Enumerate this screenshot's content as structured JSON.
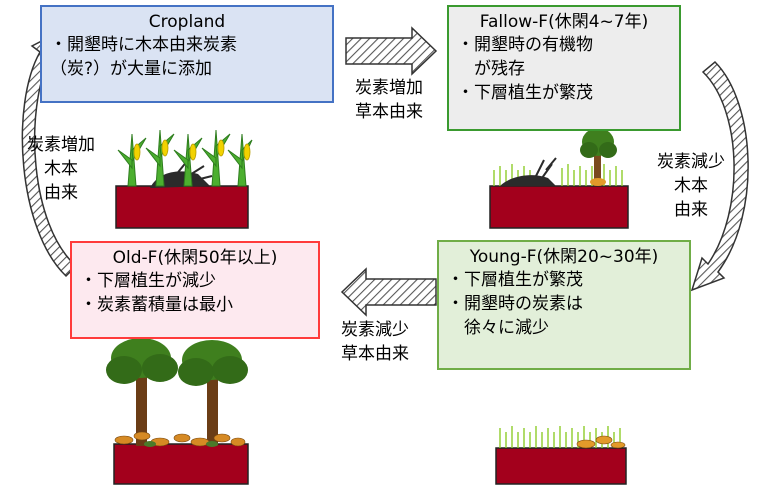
{
  "stages": {
    "cropland": {
      "title": "Cropland",
      "lines": [
        "・開墾時に木本由来炭素",
        "（炭?）が大量に添加"
      ],
      "border": "#4472c4",
      "fill": "#dae3f3"
    },
    "fallow": {
      "title": "Fallow-F(休閑4~7年)",
      "lines": [
        "・開墾時の有機物",
        "　が残存",
        "・下層植生が繁茂"
      ],
      "border": "#3a9a2f",
      "fill": "#ededed"
    },
    "young": {
      "title": "Young-F(休閑20~30年)",
      "lines": [
        "・下層植生が繁茂",
        "・開墾時の炭素は",
        "　徐々に減少"
      ],
      "border": "#70ad47",
      "fill": "#e2efd9"
    },
    "old": {
      "title": "Old-F(休閑50年以上)",
      "lines": [
        "・下層植生が減少",
        "・炭素蓄積量は最小"
      ],
      "border": "#ff3b3b",
      "fill": "#fde9ef"
    }
  },
  "transitions": {
    "crop_to_fallow": [
      "炭素増加",
      "草本由来"
    ],
    "fallow_to_young": [
      "炭素減少",
      "木本",
      "由来"
    ],
    "young_to_old": [
      "炭素減少",
      "草本由来"
    ],
    "old_to_crop": [
      "炭素増加",
      "木本",
      "由来"
    ]
  },
  "colors": {
    "soil": "#a3001c",
    "arrow_hatch": "#555555"
  }
}
